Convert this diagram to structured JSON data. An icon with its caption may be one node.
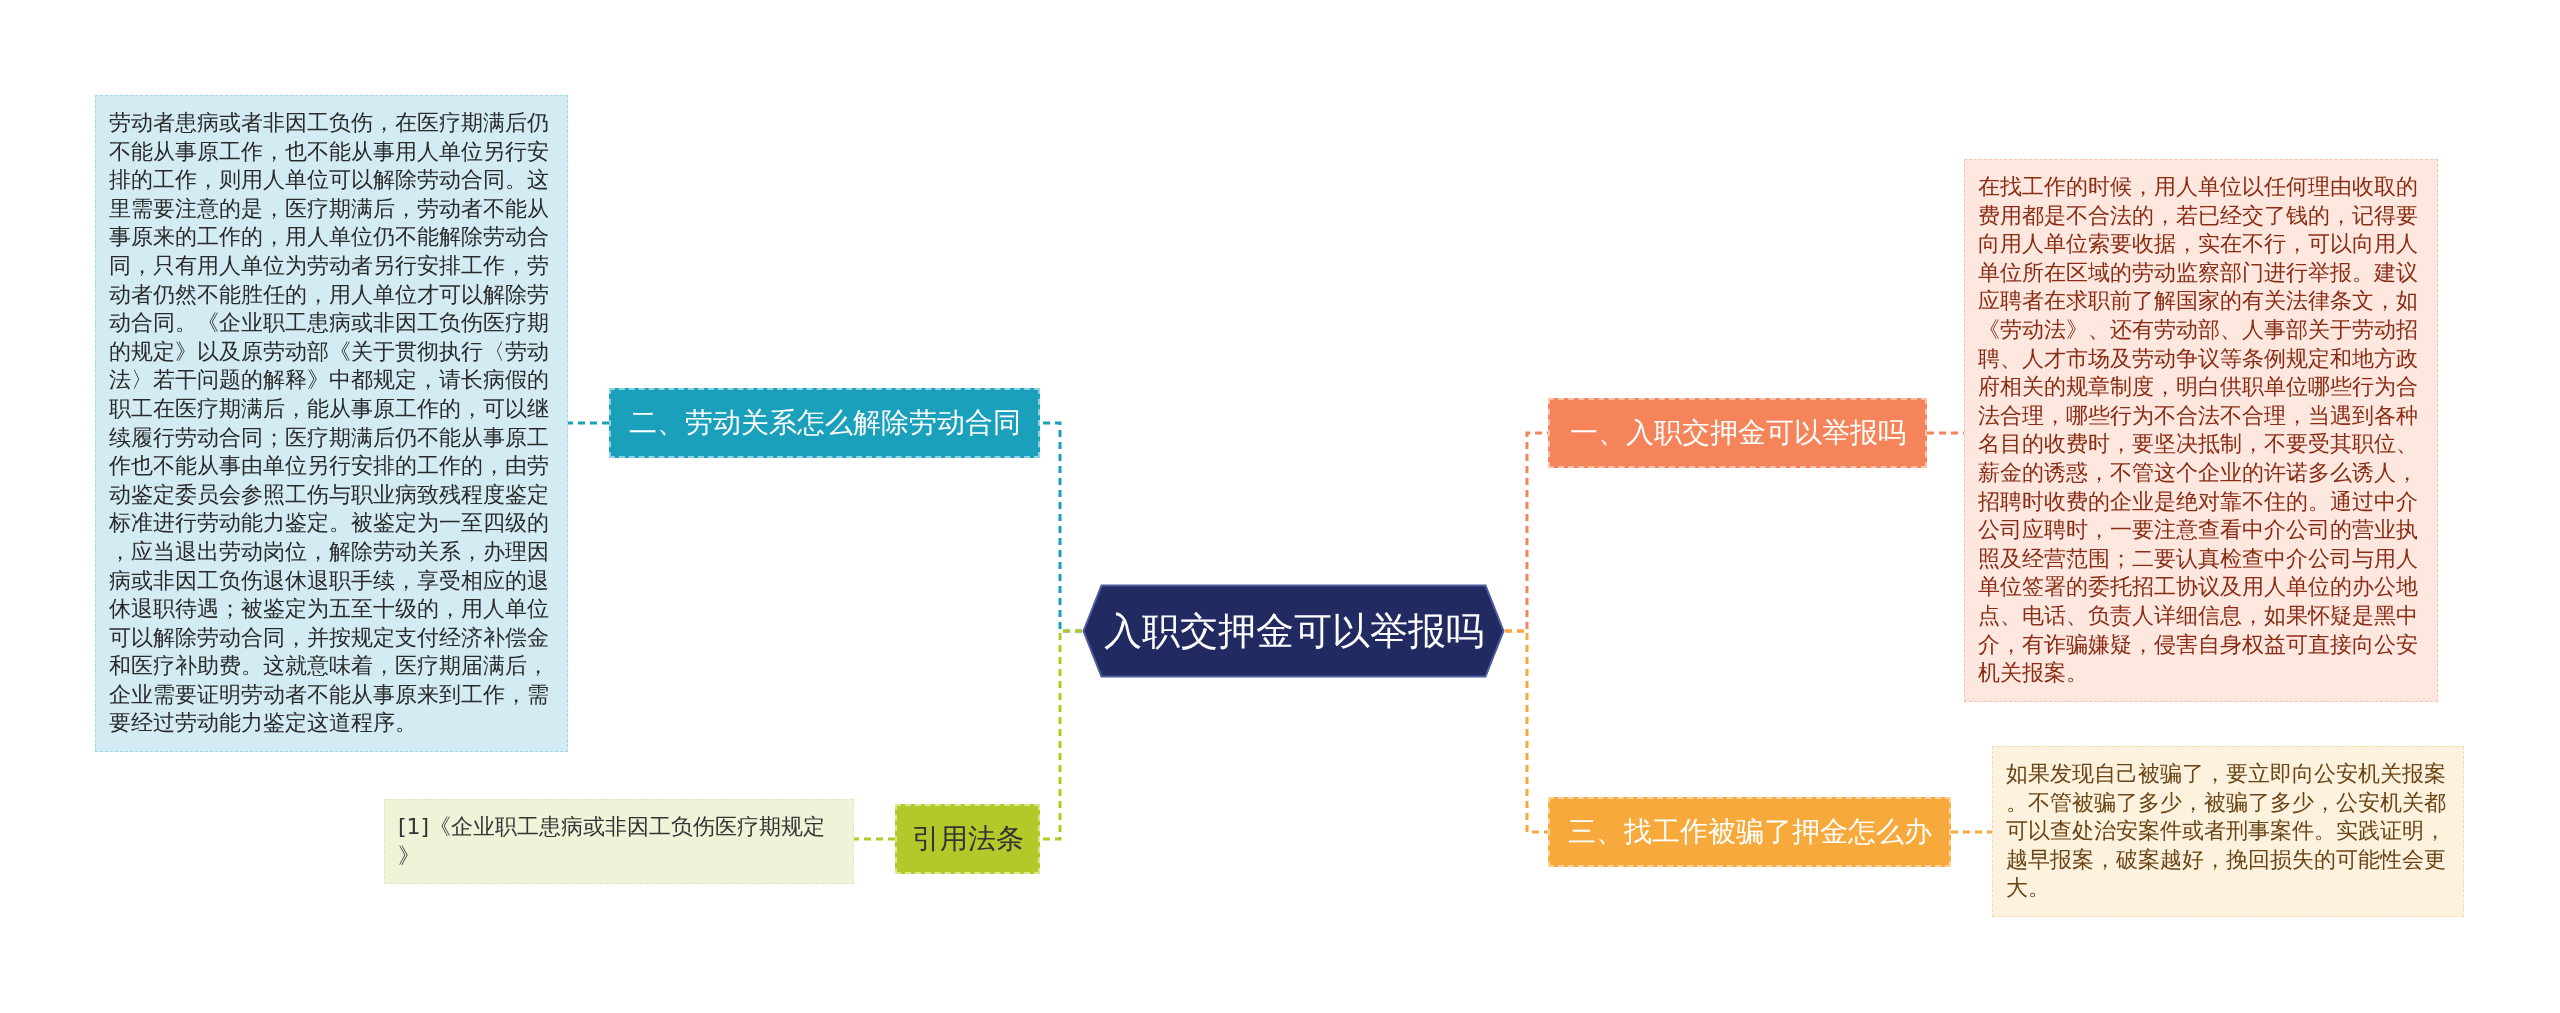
{
  "diagram": {
    "nodes": [
      {
        "text": [
          "入职交押金可以举报吗"
        ]
      },
      {
        "text": [
          "二、劳动关系怎么解除劳动合同"
        ]
      },
      {
        "text": [
          "劳动者患病或者非因工负伤，在医疗期满后仍不能从事原工作，也不能从事用人单位另行安排的工作，则用人单位可以解除劳动合同。这里需要注意的是，医疗期满后，劳动者不能从事原来的工作的，用人单位仍不能解除劳动合同，只有用人单位为劳动者另行安排工作，劳动者仍然不能胜任的，用人单位才可以解除劳动合同。《企业职工患病或非因工负伤医疗期的规定》以及原劳动部《关于贯彻执行〈劳动法〉若干问题的解释》中都规定，请长病假的职工在医疗期满后，能从事原工作的，可以继续履行劳动合同；医疗期满后仍不能从事原工作也不能从事由单位另行安排的工作的，由劳动鉴定委员会参照工伤与职业病致残程度鉴定标准进行劳动能力鉴定。被鉴定为一至四级的，应当退出劳动岗位，解除劳动关系，办理因病或非因工负伤退休退职手续，享受相应的退休退职待遇；被鉴定为五至十级的，用人单位可以解除劳动合同，并按规定支付经济补偿金和医疗补助费。这就意味着，医疗期届满后，企业需要证明劳动者不能从事原来到工作，需要经过劳动能力鉴定这道程序。"
        ]
      },
      {
        "text": [
          "引用法条"
        ]
      },
      {
        "text": [
          "[1]《企业职工患病或非因工负伤医疗期规定》"
        ]
      },
      {
        "text": [
          "一、入职交押金可以举报吗"
        ]
      },
      {
        "text": [
          "在找工作的时候，用人单位以任何理由收取的费用都是不合法的，若已经交了钱的，记得要向用人单位索要收据，实在不行，可以向用人单位所在区域的劳动监察部门进行举报。建议应聘者在求职前了解国家的有关法律条文，如《劳动法》、还有劳动部、人事部关于劳动招聘、人才市场及劳动争议等条例规定和地方政府相关的规章制度，明白供职单位哪些行为合法合理，哪些行为不合法不合理，当遇到各种名目的收费时，要坚决抵制，不要受其职位、薪金的诱惑，不管这个企业的许诺多么诱人，招聘时收费的企业是绝对靠不住的。通过中介公司应聘时，一要注意查看中介公司的营业执照及经营范围；二要认真检查中介公司与用人单位签署的委托招工协议及用人单位的办公地点、电话、负责人详细信息，如果怀疑是黑中介，有诈骗嫌疑，侵害自身权益可直接向公安机关报案。"
        ]
      },
      {
        "text": [
          "三、找工作被骗了押金怎么办"
        ]
      },
      {
        "text": [
          "如果发现自己被骗了，要立即向公安机关报案。不管被骗了多少，被骗了多少，公安机关都可以查处治安案件或者刑事案件。实践证明，越早报案，破案越好，挽回损失的可能性会更大。"
        ]
      }
    ],
    "edges": [
      {
        "from": 0,
        "to": 1,
        "arrow": "none",
        "style": "dashed",
        "color": "#1aa0ba"
      },
      {
        "from": 1,
        "to": 2,
        "arrow": "none",
        "style": "dashed",
        "color": "#1aa0ba"
      },
      {
        "from": 0,
        "to": 3,
        "arrow": "none",
        "style": "dashed",
        "color": "#b3c92a"
      },
      {
        "from": 3,
        "to": 4,
        "arrow": "none",
        "style": "dashed",
        "color": "#b3c92a"
      },
      {
        "from": 0,
        "to": 5,
        "arrow": "none",
        "style": "dashed",
        "color": "#f5845a"
      },
      {
        "from": 5,
        "to": 6,
        "arrow": "none",
        "style": "dashed",
        "color": "#f5845a"
      },
      {
        "from": 0,
        "to": 7,
        "arrow": "none",
        "style": "dashed",
        "color": "#f8a93c"
      },
      {
        "from": 7,
        "to": 8,
        "arrow": "none",
        "style": "dashed",
        "color": "#f8a93c"
      }
    ]
  }
}
